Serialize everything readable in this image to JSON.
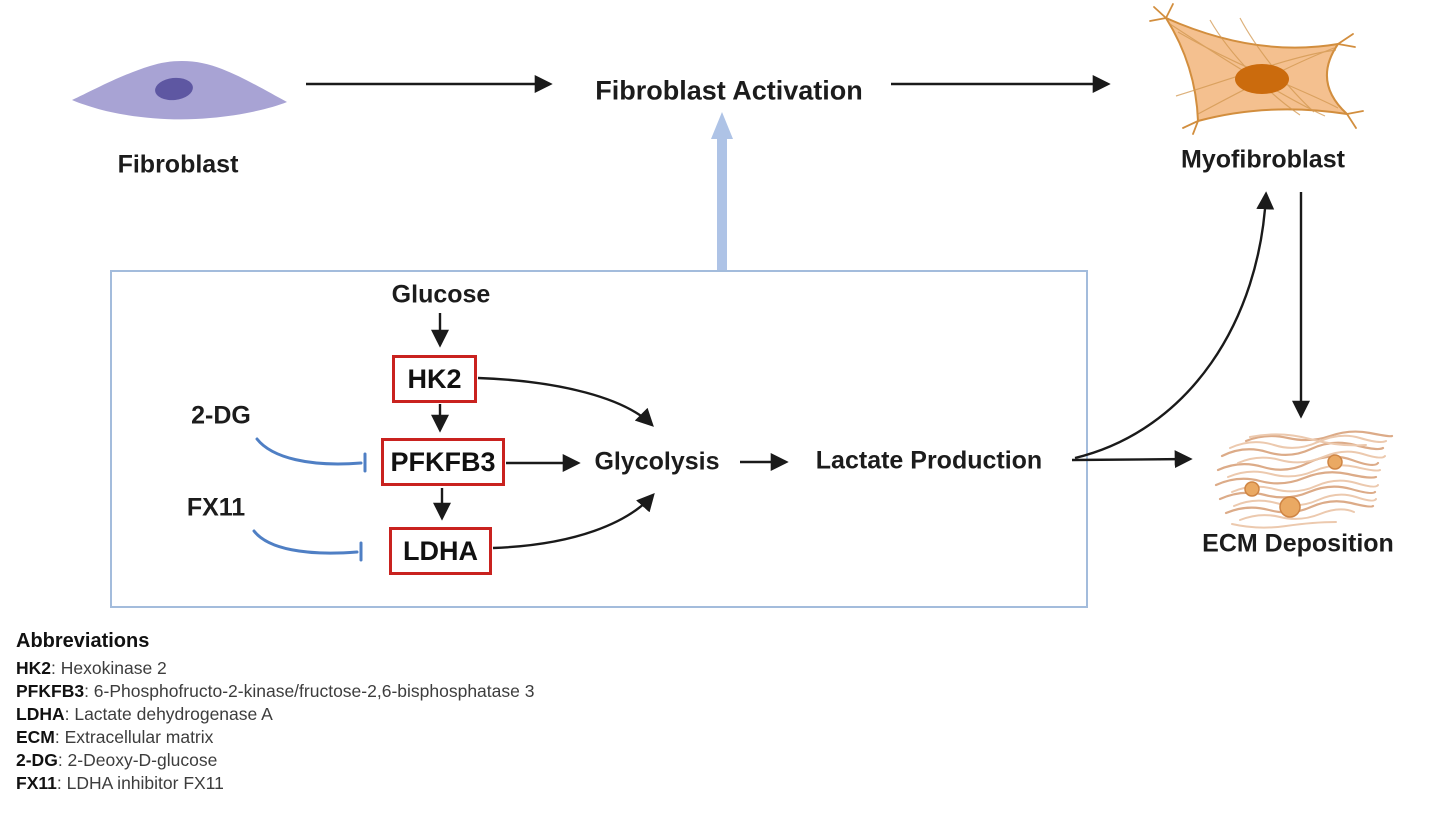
{
  "top_flow": {
    "fibroblast_label": "Fibroblast",
    "activation_label": "Fibroblast Activation",
    "myofibroblast_label": "Myofibroblast"
  },
  "pathway_box": {
    "glucose_label": "Glucose",
    "hk2_label": "HK2",
    "pfkfb3_label": "PFKFB3",
    "ldha_label": "LDHA",
    "inhibitor_2dg_label": "2-DG",
    "inhibitor_fx11_label": "FX11",
    "glycolysis_label": "Glycolysis",
    "lactate_label": "Lactate Production"
  },
  "ecm_label": "ECM Deposition",
  "abbreviations": {
    "title": "Abbreviations",
    "items": [
      {
        "term": "HK2",
        "def": ": Hexokinase 2"
      },
      {
        "term": "PFKFB3",
        "def": ": 6-Phosphofructo-2-kinase/fructose-2,6-bisphosphatase 3"
      },
      {
        "term": "LDHA",
        "def": ": Lactate dehydrogenase A"
      },
      {
        "term": "ECM",
        "def": ": Extracellular matrix"
      },
      {
        "term": "2-DG",
        "def": ": 2-Deoxy-D-glucose"
      },
      {
        "term": "FX11",
        "def": ": LDHA inhibitor FX11"
      }
    ]
  },
  "edges": [
    {
      "from": "Fibroblast",
      "to": "Fibroblast Activation",
      "type": "arrow"
    },
    {
      "from": "Fibroblast Activation",
      "to": "Myofibroblast",
      "type": "arrow"
    },
    {
      "from": "Glycolysis pathway box",
      "to": "Fibroblast Activation",
      "type": "thick-arrow"
    },
    {
      "from": "Glucose",
      "to": "HK2",
      "type": "arrow"
    },
    {
      "from": "HK2",
      "to": "PFKFB3",
      "type": "arrow"
    },
    {
      "from": "PFKFB3",
      "to": "LDHA",
      "type": "arrow"
    },
    {
      "from": "HK2",
      "to": "Glycolysis",
      "type": "curved-arrow"
    },
    {
      "from": "PFKFB3",
      "to": "Glycolysis",
      "type": "arrow"
    },
    {
      "from": "LDHA",
      "to": "Glycolysis",
      "type": "curved-arrow"
    },
    {
      "from": "Glycolysis",
      "to": "Lactate Production",
      "type": "arrow"
    },
    {
      "from": "2-DG",
      "to": "PFKFB3",
      "type": "inhibition"
    },
    {
      "from": "FX11",
      "to": "LDHA",
      "type": "inhibition"
    },
    {
      "from": "Lactate Production",
      "to": "ECM Deposition",
      "type": "arrow"
    },
    {
      "from": "Lactate Production",
      "to": "Myofibroblast",
      "type": "curved-arrow"
    },
    {
      "from": "Myofibroblast",
      "to": "ECM Deposition",
      "type": "arrow"
    }
  ],
  "colors": {
    "enzyme_box_border": "#c9221f",
    "inhibition_line": "#4f7fc4",
    "activation_thick_arrow": "#aec3e6",
    "pathway_box_border": "#a3bcdc",
    "fibroblast_body": "#a8a3d4",
    "fibroblast_nucleus": "#5e57a2",
    "myofibroblast_body": "#f4c08f",
    "myofibroblast_outline": "#d28e3e",
    "myofibroblast_nucleus": "#cb6b0d",
    "ecm_fiber": "#dcab88",
    "arrow_color": "#1a1a1a"
  }
}
